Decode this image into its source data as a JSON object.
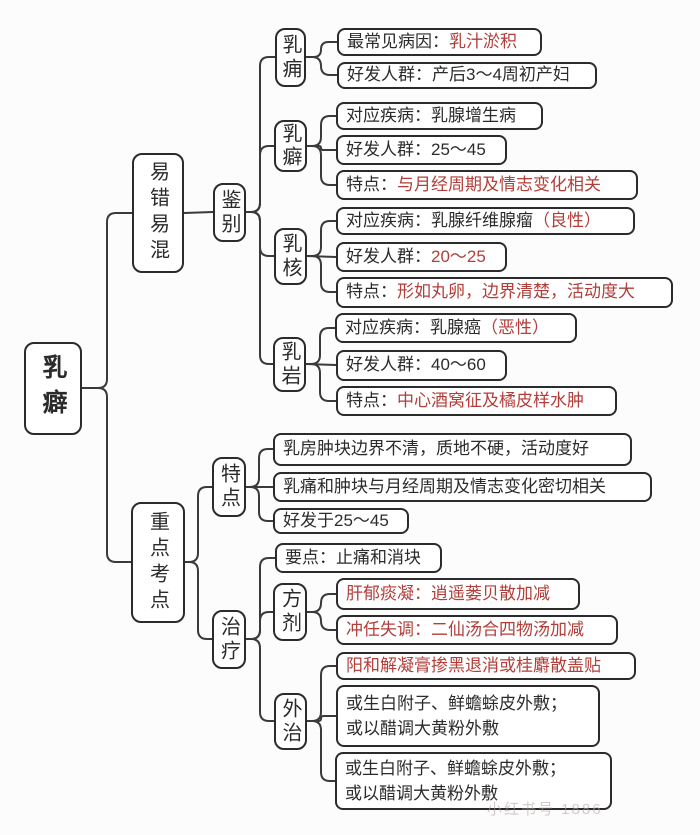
{
  "colors": {
    "ink": "#2b2b2b",
    "highlight_red": "#b23e39",
    "background": "#fcfcfc",
    "box_background": "#ffffff"
  },
  "watermark": "小红书号 1886",
  "root": {
    "label": "乳癖"
  },
  "confusables": {
    "label": "易错易混",
    "differentiation": {
      "label": "鉴别",
      "ru_yong": {
        "label": "乳痈",
        "cause": {
          "prefix": "最常见病因：",
          "highlight": "乳汁淤积"
        },
        "population": {
          "prefix": "好发人群：产后3～4周初产妇",
          "highlight": ""
        }
      },
      "ru_pi": {
        "label": "乳癖",
        "disease": {
          "prefix": "对应疾病：乳腺增生病",
          "highlight": ""
        },
        "population": {
          "prefix": "好发人群：25～45",
          "highlight": ""
        },
        "feature": {
          "prefix": "特点：",
          "highlight": "与月经周期及情志变化相关"
        }
      },
      "ru_he": {
        "label": "乳核",
        "disease": {
          "prefix": "对应疾病：乳腺纤维腺瘤",
          "highlight": "（良性）"
        },
        "population": {
          "prefix": "好发人群：",
          "highlight": "20～25"
        },
        "feature": {
          "prefix": "特点：",
          "highlight": "形如丸卵，边界清楚，活动度大"
        }
      },
      "ru_yan": {
        "label": "乳岩",
        "disease": {
          "prefix": "对应疾病：乳腺癌",
          "highlight": "（恶性）"
        },
        "population": {
          "prefix": "好发人群：40～60",
          "highlight": ""
        },
        "feature": {
          "prefix": "特点：",
          "highlight": "中心酒窝征及橘皮样水肿"
        }
      }
    }
  },
  "key_points": {
    "label": "重点考点",
    "features": {
      "label": "特点",
      "items": [
        "乳房肿块边界不清，质地不硬，活动度好",
        "乳痛和肿块与月经周期及情志变化密切相关",
        "好发于25～45"
      ]
    },
    "treatment": {
      "label": "治疗",
      "essential": "要点：止痛和消块",
      "prescriptions": {
        "label": "方剂",
        "items": [
          "肝郁痰凝：逍遥蒌贝散加减",
          "冲任失调：二仙汤合四物汤加减"
        ]
      },
      "external": {
        "label": "外治",
        "main": "阳和解凝膏掺黑退消或桂麝散盖贴",
        "alt1": {
          "line1": "或生白附子、鲜蟾蜍皮外敷；",
          "line2": "或以醋调大黄粉外敷"
        },
        "alt2": {
          "line1": "或生白附子、鲜蟾蜍皮外敷；",
          "line2": "或以醋调大黄粉外敷"
        }
      }
    }
  }
}
